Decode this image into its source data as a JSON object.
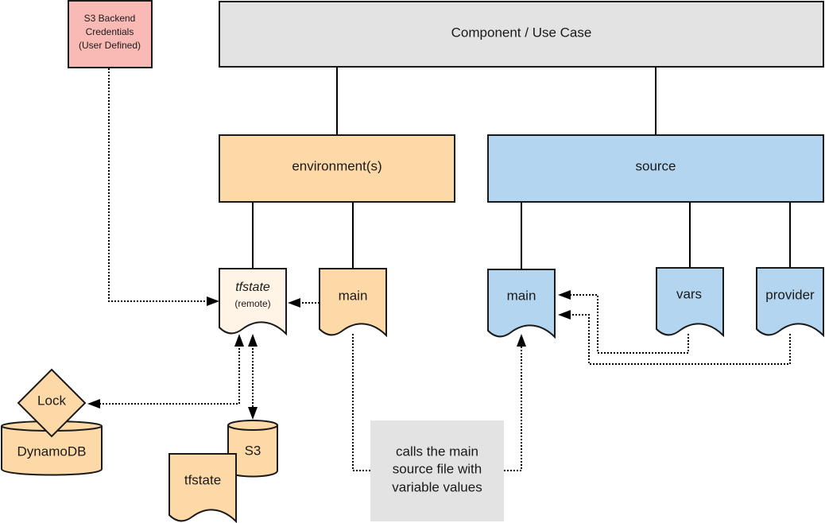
{
  "colors": {
    "gray": "#e3e3e3",
    "orange": "#fed9a8",
    "light_orange": "#fff4e6",
    "blue": "#b3d5f0",
    "pink": "#f9b9b5",
    "note": "#e3e3e3"
  },
  "nodes": {
    "credentials": {
      "lines": [
        "S3 Backend",
        "Credentials",
        "(User Defined)"
      ]
    },
    "component": {
      "label": "Component / Use Case"
    },
    "environments": {
      "label": "environment(s)"
    },
    "source": {
      "label": "source"
    },
    "tfstate_remote": {
      "title": "tfstate",
      "subtitle": "(remote)"
    },
    "env_main": {
      "label": "main"
    },
    "src_main": {
      "label": "main"
    },
    "vars": {
      "label": "vars"
    },
    "provider": {
      "label": "provider"
    },
    "lock": {
      "label": "Lock"
    },
    "dynamodb": {
      "label": "DynamoDB"
    },
    "s3": {
      "label": "S3"
    },
    "tfstate_file": {
      "label": "tfstate"
    },
    "note": {
      "lines": [
        "calls the main",
        "source file with",
        "variable values"
      ]
    }
  },
  "edges": [
    {
      "from": "component",
      "to": "environments",
      "style": "solid"
    },
    {
      "from": "component",
      "to": "source",
      "style": "solid"
    },
    {
      "from": "environments",
      "to": "tfstate_remote",
      "style": "solid"
    },
    {
      "from": "environments",
      "to": "env_main",
      "style": "solid"
    },
    {
      "from": "source",
      "to": "src_main",
      "style": "solid"
    },
    {
      "from": "source",
      "to": "vars",
      "style": "solid"
    },
    {
      "from": "source",
      "to": "provider",
      "style": "solid"
    },
    {
      "from": "credentials",
      "to": "tfstate_remote",
      "style": "dotted"
    },
    {
      "from": "env_main",
      "to": "tfstate_remote",
      "style": "dotted"
    },
    {
      "from": "vars",
      "to": "src_main",
      "style": "dotted"
    },
    {
      "from": "provider",
      "to": "src_main",
      "style": "dotted"
    },
    {
      "from": "env_main",
      "to": "src_main",
      "style": "dotted",
      "via": "note"
    },
    {
      "from": "tfstate_remote",
      "to": "lock",
      "style": "dotted",
      "bidirectional": true
    },
    {
      "from": "tfstate_remote",
      "to": "s3",
      "style": "dotted",
      "bidirectional": true
    }
  ]
}
